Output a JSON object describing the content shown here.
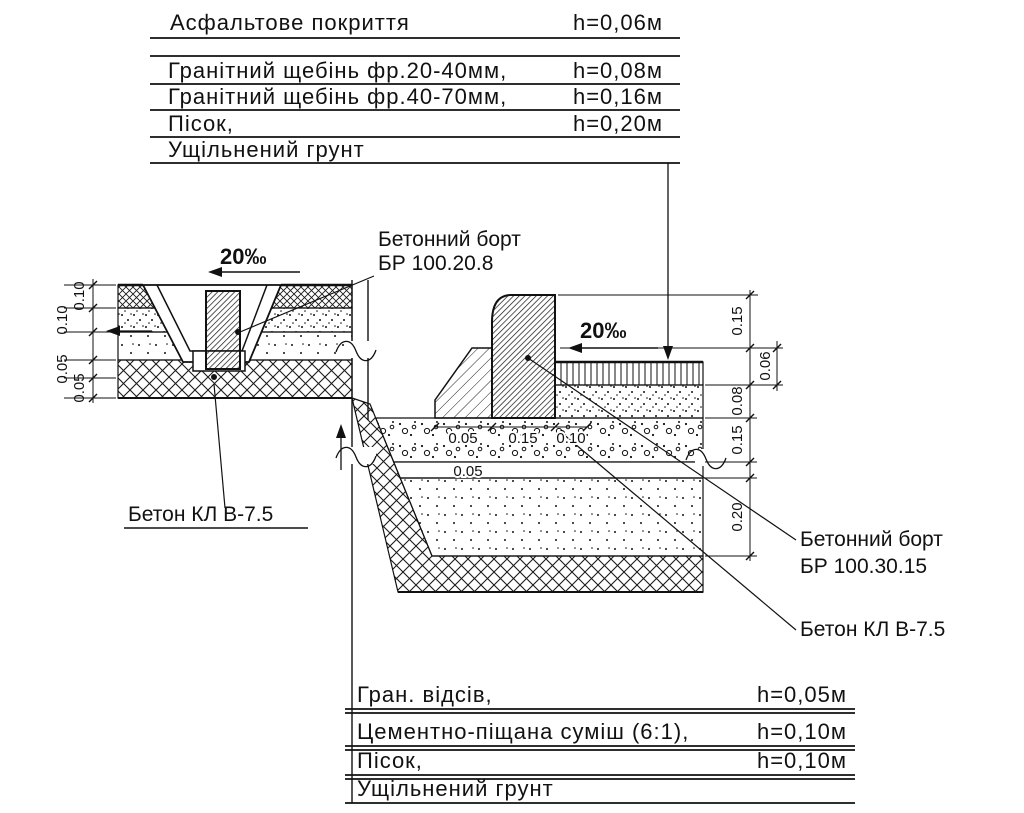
{
  "top_legend": {
    "rows": [
      {
        "name": "Асфальтове покриття",
        "value": "h=0,06м"
      },
      {
        "name": "Гранітний щебінь фр.20-40мм,",
        "value": "h=0,08м"
      },
      {
        "name": "Гранітний щебінь фр.40-70мм,",
        "value": "h=0,16м"
      },
      {
        "name": "Пісок,",
        "value": "h=0,20м"
      },
      {
        "name": "Ущільнений грунт",
        "value": ""
      }
    ]
  },
  "bottom_legend": {
    "rows": [
      {
        "name": "Гран. відсів,",
        "value": "h=0,05м"
      },
      {
        "name": "Цементно-піщана суміш (6:1),",
        "value": "h=0,10м"
      },
      {
        "name": "Пісок,",
        "value": "h=0,10м"
      },
      {
        "name": "Ущільнений грунт",
        "value": ""
      }
    ]
  },
  "annotations": {
    "slope_left": "20‰",
    "slope_right": "20‰",
    "curb_small": {
      "line1": "Бетонний борт",
      "line2": "БР 100.20.8"
    },
    "curb_big": {
      "line1": "Бетонний борт",
      "line2": "БР 100.30.15"
    },
    "concrete_left": "Бетон КЛ В-7.5",
    "concrete_right": "Бетон КЛ В-7.5"
  },
  "dimensions": {
    "left": [
      "0.10",
      "0.10",
      "0.05",
      "0.05"
    ],
    "right": [
      "0.15",
      "0.06",
      "0.08",
      "0.15",
      "0.20"
    ],
    "inner": [
      "0.05",
      "0.15",
      "0.10",
      "0.05"
    ]
  },
  "colors": {
    "ink": "#111111",
    "background": "#ffffff"
  }
}
